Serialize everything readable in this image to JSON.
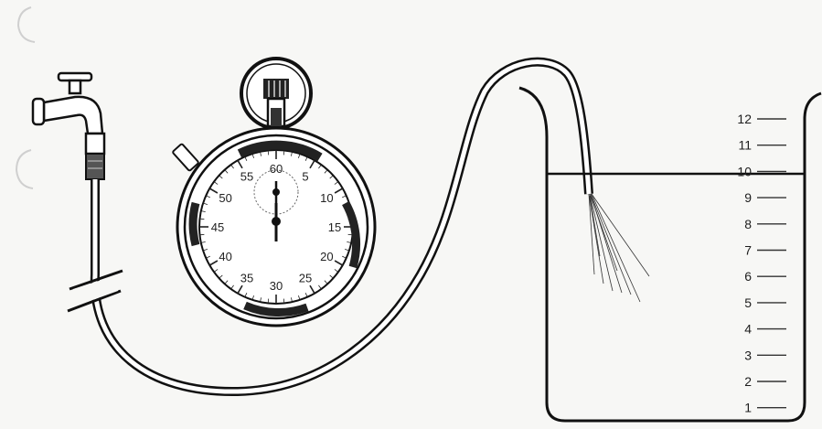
{
  "stopwatch": {
    "dial_numbers": [
      "60",
      "5",
      "10",
      "15",
      "20",
      "25",
      "30",
      "35",
      "40",
      "45",
      "50",
      "55"
    ]
  },
  "beaker": {
    "scale_numbers": [
      "1",
      "2",
      "3",
      "4",
      "5",
      "6",
      "7",
      "8",
      "9",
      "10",
      "11",
      "12"
    ],
    "water_level": "10"
  }
}
